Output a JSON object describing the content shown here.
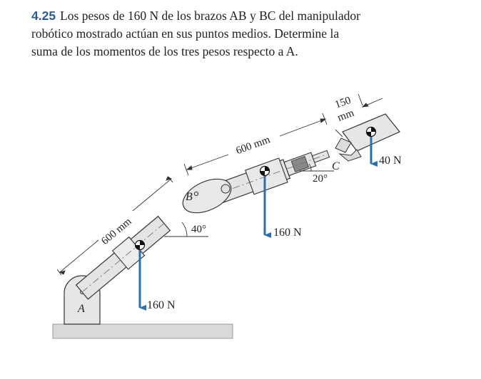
{
  "problem": {
    "number": "4.25",
    "lines": [
      "Los pesos de 160 N de los brazos AB y BC del manipulador",
      "robótico mostrado actúan en sus puntos medios. Determine la",
      "suma de los momentos de los tres pesos respecto a A."
    ]
  },
  "figure": {
    "dim_ab": "600 mm",
    "dim_bc": "600 mm",
    "dim_c_top": "150",
    "dim_c_bottom": "mm",
    "angle_ab": "40°",
    "angle_c": "20°",
    "label_a": "A",
    "label_b": "B",
    "label_c": "C",
    "force_ab": "160 N",
    "force_bc": "160 N",
    "force_gripper": "40 N",
    "colors": {
      "force_arrow": "#2a6fb0",
      "arm_fill": "#e4e4e4",
      "ground": "#d9d9d9",
      "outline": "#333333"
    }
  }
}
